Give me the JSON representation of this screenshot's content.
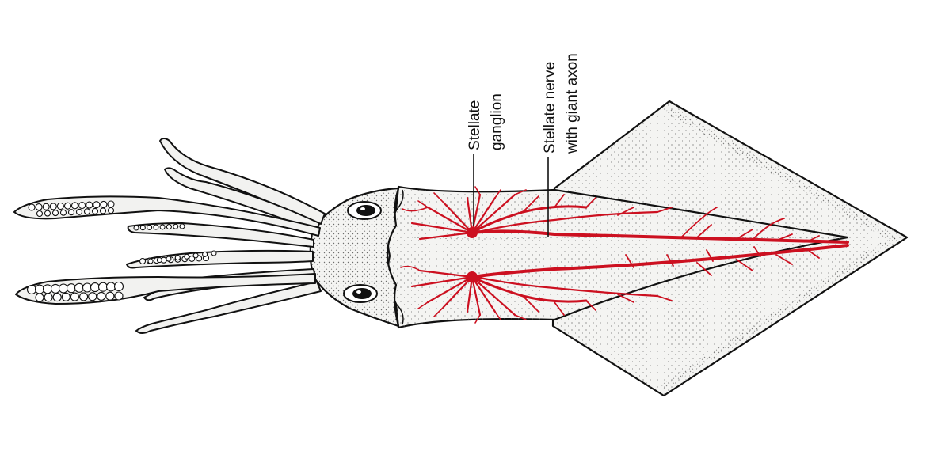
{
  "labels": {
    "ganglion_line1": "Stellate",
    "ganglion_line2": "ganglion",
    "nerve_line1": "Stellate nerve",
    "nerve_line2": "with giant axon"
  },
  "colors": {
    "nerve": "#cc1020",
    "outline": "#111111",
    "body_fill": "#f4f4f2",
    "background": "#ffffff"
  },
  "icons": [
    "squid-illustration"
  ]
}
